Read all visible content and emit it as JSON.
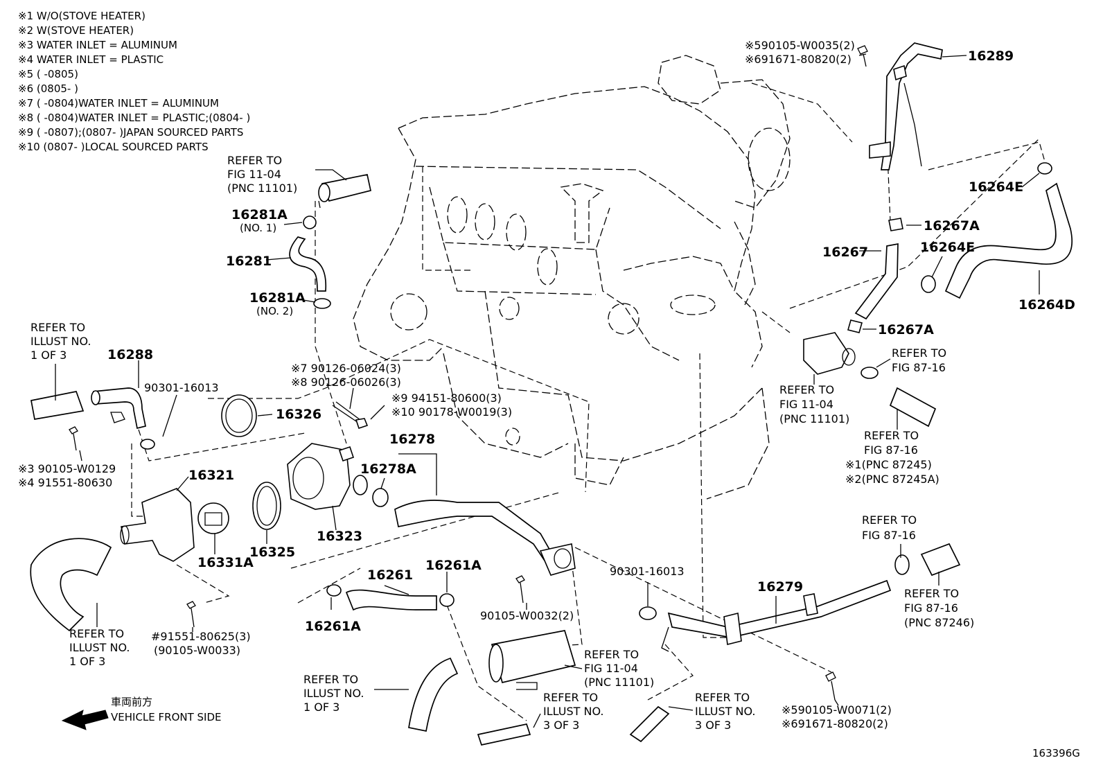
{
  "notes": [
    "※1 W/O(STOVE HEATER)",
    "※2 W(STOVE HEATER)",
    "※3 WATER INLET = ALUMINUM",
    "※4 WATER INLET = PLASTIC",
    "※5 (      -0805)",
    "※6 (0805-      )",
    "※7 (      -0804)WATER INLET = ALUMINUM",
    "※8 (      -0804)WATER INLET = PLASTIC;(0804-      )",
    "※9 (      -0807);(0807-      )JAPAN SOURCED PARTS",
    "※10 (0807-      )LOCAL SOURCED PARTS"
  ],
  "labels": {
    "ref_fig1104_top": [
      "REFER TO",
      "FIG 11-04",
      "(PNC 11101)"
    ],
    "p16281A_1": "16281A",
    "p16281A_1_sub": "(NO. 1)",
    "p16281": "16281",
    "p16281A_2": "16281A",
    "p16281A_2_sub": "(NO. 2)",
    "ref_illust_left": [
      "REFER TO",
      "ILLUST NO.",
      "1 OF 3"
    ],
    "p16288": "16288",
    "p90301_a": "90301-16013",
    "p16326": "16326",
    "p90126": [
      "※7 90126-06024(3)",
      "※8 90126-06026(3)"
    ],
    "p94151": [
      "※9   94151-80600(3)",
      "※10 90178-W0019(3)"
    ],
    "p90105_w0129": [
      "※3 90105-W0129",
      "※4 91551-80630"
    ],
    "p16321": "16321",
    "p16278": "16278",
    "p16278A": "16278A",
    "p16331A": "16331A",
    "p16325": "16325",
    "p16323": "16323",
    "p16261": "16261",
    "p16261A_top": "16261A",
    "p16261A_bot": "16261A",
    "ref_illust_bl": [
      "REFER TO",
      "ILLUST NO.",
      "1 OF 3"
    ],
    "p91551": [
      "#91551-80625(3)",
      "(90105-W0033)"
    ],
    "ref_illust_bc": [
      "REFER TO",
      "ILLUST NO.",
      "1 OF 3"
    ],
    "p90105_w0032": "90105-W0032(2)",
    "ref_fig1104_bot": [
      "REFER TO",
      "FIG 11-04",
      "(PNC 11101)"
    ],
    "ref_illust_3of3_a": [
      "REFER TO",
      "ILLUST NO.",
      "3 OF 3"
    ],
    "ref_illust_3of3_b": [
      "REFER TO",
      "ILLUST NO.",
      "3 OF 3"
    ],
    "p90301_b": "90301-16013",
    "p16279": "16279",
    "p590105_w0071": [
      "※590105-W0071(2)",
      "※691671-80820(2)"
    ],
    "ref_fig8716_br": [
      "REFER TO",
      "FIG 87-16"
    ],
    "ref_fig8716_pnc87246": [
      "REFER TO",
      "FIG 87-16",
      "(PNC 87246)"
    ],
    "p590105_w0035": [
      "※590105-W0035(2)",
      "※691671-80820(2)"
    ],
    "p16289": "16289",
    "p16264E_top": "16264E",
    "p16267A_top": "16267A",
    "p16267": "16267",
    "p16264E_mid": "16264E",
    "p16264D": "16264D",
    "p16267A_bot": "16267A",
    "ref_fig8716_right": [
      "REFER TO",
      "FIG 87-16"
    ],
    "ref_fig1104_right": [
      "REFER TO",
      "FIG 11-04",
      "(PNC 11101)"
    ],
    "ref_fig8716_pnc": [
      "REFER TO",
      "FIG 87-16",
      "※1(PNC 87245)",
      "※2(PNC 87245A)"
    ],
    "front_jp": "車両前方",
    "front_en": "VEHICLE FRONT SIDE",
    "fig_id": "163396G"
  }
}
